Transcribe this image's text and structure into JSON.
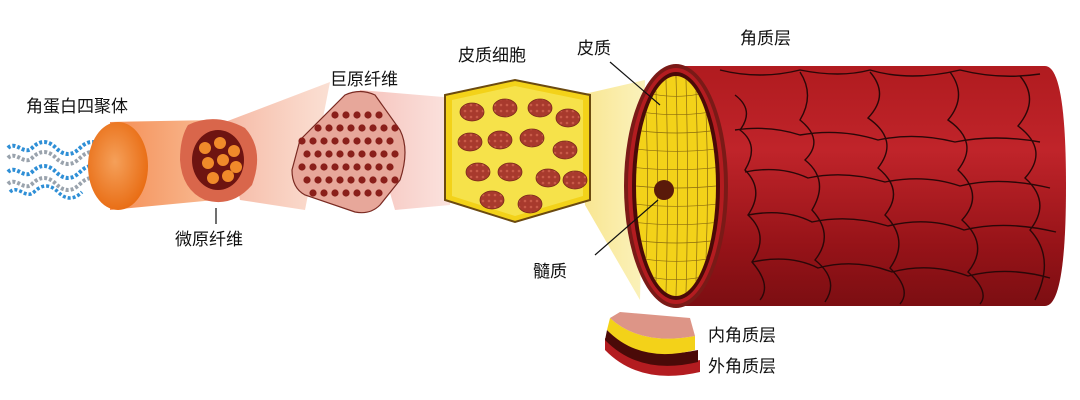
{
  "labels": {
    "tetramer": "角蛋白四聚体",
    "microfibril": "微原纤维",
    "macrofibril": "巨原纤维",
    "cortical_cell": "皮质细胞",
    "cortex": "皮质",
    "medulla": "髓质",
    "cuticle": "角质层",
    "endocuticle": "内角质层",
    "exocuticle": "外角质层"
  },
  "colors": {
    "helix_blue": "#2f8fd6",
    "helix_gray": "#9aa3ad",
    "orange": "#f07a1a",
    "dark_red": "#7a1a17",
    "cuticle_red": "#a3161a",
    "cortex_yellow": "#f3d219",
    "medulla_brown": "#5a1a0a",
    "cell_pink": "#b7433f"
  }
}
